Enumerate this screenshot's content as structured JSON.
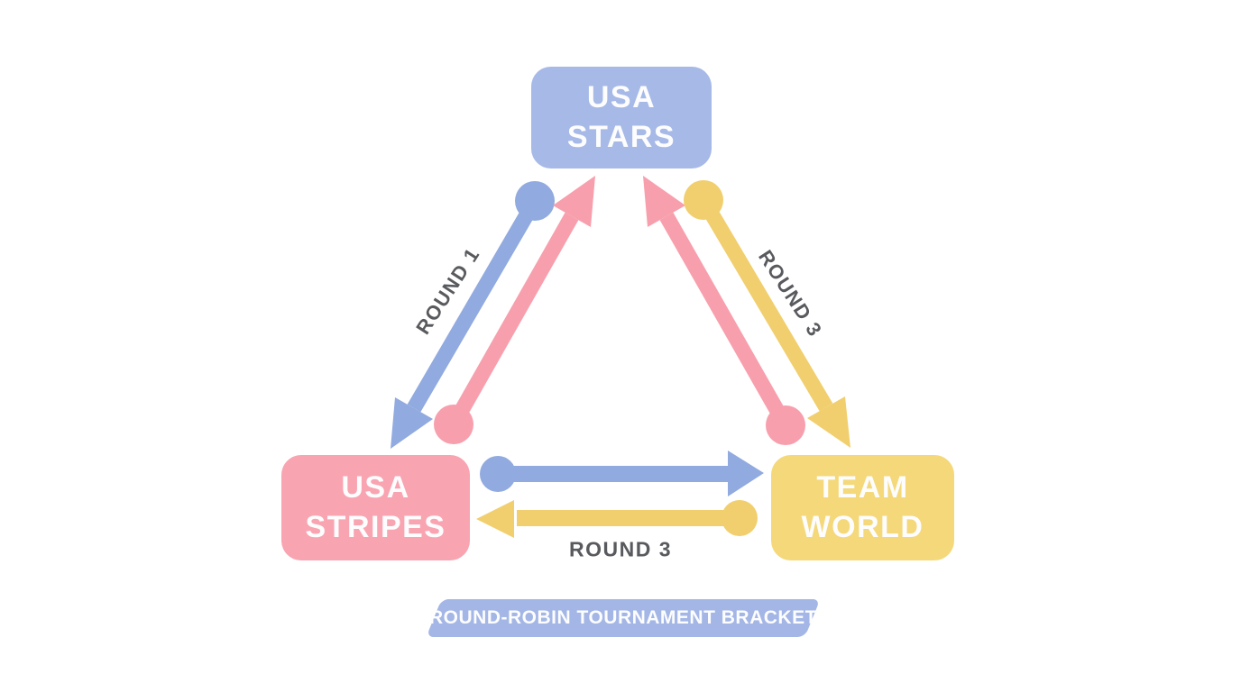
{
  "banner": {
    "label": "ROUND-ROBIN TOURNAMENT BRACKET"
  },
  "teams": [
    {
      "id": "usa-stars",
      "line1": "USA",
      "line2": "STARS"
    },
    {
      "id": "usa-stripes",
      "line1": "USA",
      "line2": "STRIPES"
    },
    {
      "id": "team-world",
      "line1": "TEAM",
      "line2": "WORLD"
    }
  ],
  "edges": [
    {
      "label": "ROUND 1",
      "pair": [
        "usa-stars",
        "usa-stripes"
      ]
    },
    {
      "label": "ROUND 3",
      "pair": [
        "usa-stars",
        "team-world"
      ]
    },
    {
      "label": "ROUND 3",
      "pair": [
        "usa-stripes",
        "team-world"
      ]
    }
  ],
  "colors": {
    "blue_box": "#a6b9e7",
    "pink_box": "#f9a4b1",
    "yellow_box": "#f4d87a",
    "blue_arrow": "#91aadf",
    "pink_arrow": "#f89fad",
    "yellow_arrow": "#f1cf6e",
    "label_text": "#595a5e",
    "banner_bg": "#a3b6e6",
    "node_text": "#fdfdfe",
    "background": "#ffffff"
  }
}
